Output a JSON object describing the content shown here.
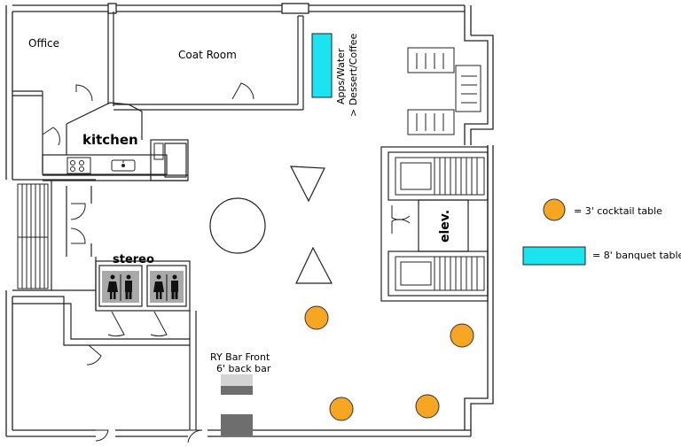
{
  "rooms": {
    "office": "Office",
    "coat_room": "Coat Room",
    "kitchen": "kitchen",
    "stereo": "stereo",
    "elevator": "elev."
  },
  "station": {
    "line1": "Apps/Water",
    "line2": "> Dessert/Coffee"
  },
  "bar": {
    "line1": "RY Bar Front",
    "line2": "6' back bar"
  },
  "legend": {
    "cocktail": {
      "label": "= 3' cocktail table",
      "color": "#f6a623"
    },
    "banquet": {
      "label": "= 8' banquet table",
      "color": "#1be3f0"
    }
  }
}
